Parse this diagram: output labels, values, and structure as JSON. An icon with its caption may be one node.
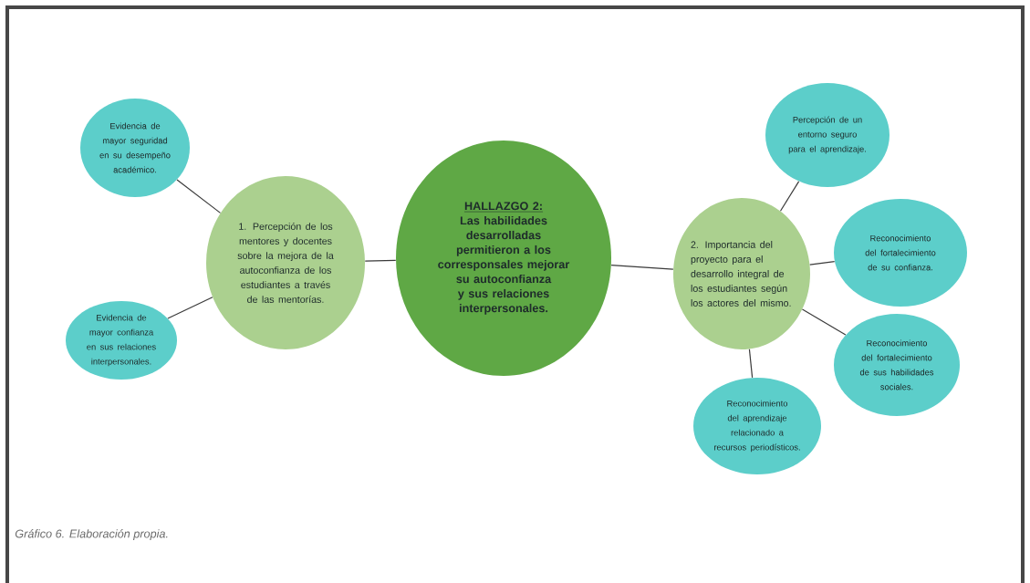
{
  "diagram": {
    "caption": "Gráfico 6. Elaboración propia.",
    "nodes": [
      {
        "text": [
          "HALLAZGO 2:",
          "Las habilidades desarrolladas permitieron a los corresponsales mejorar su autoconfianza y sus relaciones interpersonales."
        ]
      },
      {
        "text": [
          "1. Percepción de los mentores y docentes sobre la mejora de la autoconfianza de los estudiantes a través de las mentorías."
        ]
      },
      {
        "text": [
          "Evidencia de mayor seguridad en su desempeño académico."
        ]
      },
      {
        "text": [
          "Evidencia de mayor confianza en sus relaciones interpersonales."
        ]
      },
      {
        "text": [
          "2. Importancia del proyecto para el desarrollo integral de los estudiantes según los actores del mismo."
        ]
      },
      {
        "text": [
          "Percepción de un entorno seguro para el aprendizaje."
        ]
      },
      {
        "text": [
          "Reconocimiento del fortalecimiento de su confianza."
        ]
      },
      {
        "text": [
          "Reconocimiento del fortalecimiento de sus habilidades sociales."
        ]
      },
      {
        "text": [
          "Reconocimiento del aprendizaje relacionado a recursos periodísticos."
        ]
      }
    ],
    "edges": [
      {
        "from": 0,
        "to": 1,
        "arrow": "none"
      },
      {
        "from": 0,
        "to": 4,
        "arrow": "none"
      },
      {
        "from": 1,
        "to": 2,
        "arrow": "none"
      },
      {
        "from": 1,
        "to": 3,
        "arrow": "none"
      },
      {
        "from": 4,
        "to": 5,
        "arrow": "none"
      },
      {
        "from": 4,
        "to": 6,
        "arrow": "none"
      },
      {
        "from": 4,
        "to": 7,
        "arrow": "none"
      },
      {
        "from": 4,
        "to": 8,
        "arrow": "none"
      }
    ]
  }
}
